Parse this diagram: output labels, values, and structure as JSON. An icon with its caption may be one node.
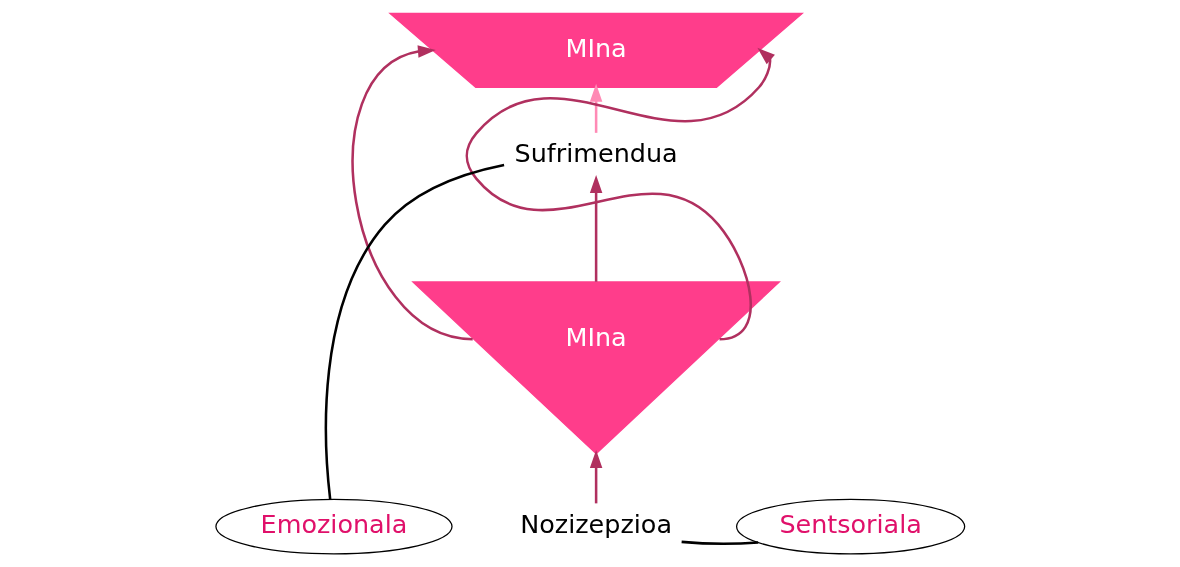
{
  "diagram": {
    "nodes": [
      {
        "text": [
          "MIna"
        ]
      },
      {
        "text": [
          "Sufrimendua"
        ]
      },
      {
        "text": [
          "MIna"
        ]
      },
      {
        "text": [
          "Nozizepzioa"
        ]
      },
      {
        "text": [
          "Emozionala"
        ]
      },
      {
        "text": [
          "Sentsoriala"
        ]
      }
    ],
    "edges": [
      {
        "from": 1,
        "to": 0,
        "arrow": "to",
        "color": "#ff8ab5"
      },
      {
        "from": 2,
        "to": 1,
        "arrow": "to"
      },
      {
        "from": 3,
        "to": 2,
        "arrow": "to"
      },
      {
        "from": 2,
        "to": 0,
        "arrow": "to"
      },
      {
        "from": 2,
        "to": 0,
        "arrow": "to"
      },
      {
        "from": 4,
        "to": 1,
        "arrow": "none",
        "color": "#000000"
      },
      {
        "from": 5,
        "to": 3,
        "arrow": "none",
        "color": "#000000"
      }
    ]
  }
}
